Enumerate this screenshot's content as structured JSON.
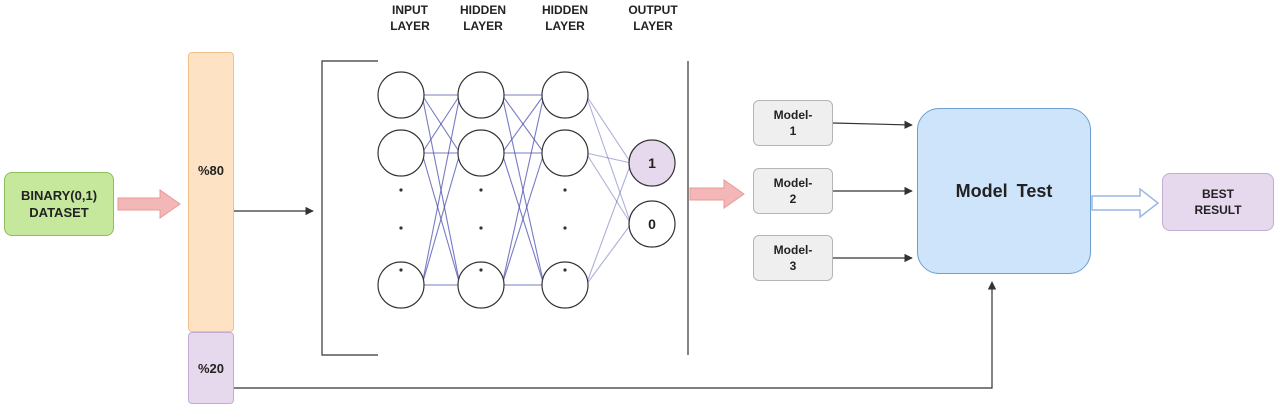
{
  "dataset": {
    "label": "BINARY(0,1)\nDATASET"
  },
  "split": {
    "train_label": "%80",
    "test_label": "%20"
  },
  "network": {
    "layers": [
      {
        "title": "INPUT\nLAYER"
      },
      {
        "title": "HIDDEN\nLAYER"
      },
      {
        "title": "HIDDEN\nLAYER"
      },
      {
        "title": "OUTPUT\nLAYER"
      }
    ],
    "outputs": [
      {
        "label": "1",
        "highlighted": true
      },
      {
        "label": "0",
        "highlighted": false
      }
    ]
  },
  "models": [
    {
      "label": "Model-\n1"
    },
    {
      "label": "Model-\n2"
    },
    {
      "label": "Model-\n3"
    }
  ],
  "model_test": {
    "label": "Model  Test"
  },
  "result": {
    "label": "BEST\nRESULT"
  },
  "colors": {
    "dataset": "#c5e89c",
    "train_split": "#fde3c4",
    "test_split": "#e6d9ee",
    "model_test": "#cde4fb",
    "connections": "#4a4fb0",
    "highlight_node": "#e6d9ee",
    "big_arrow": "#f4b7b7"
  }
}
